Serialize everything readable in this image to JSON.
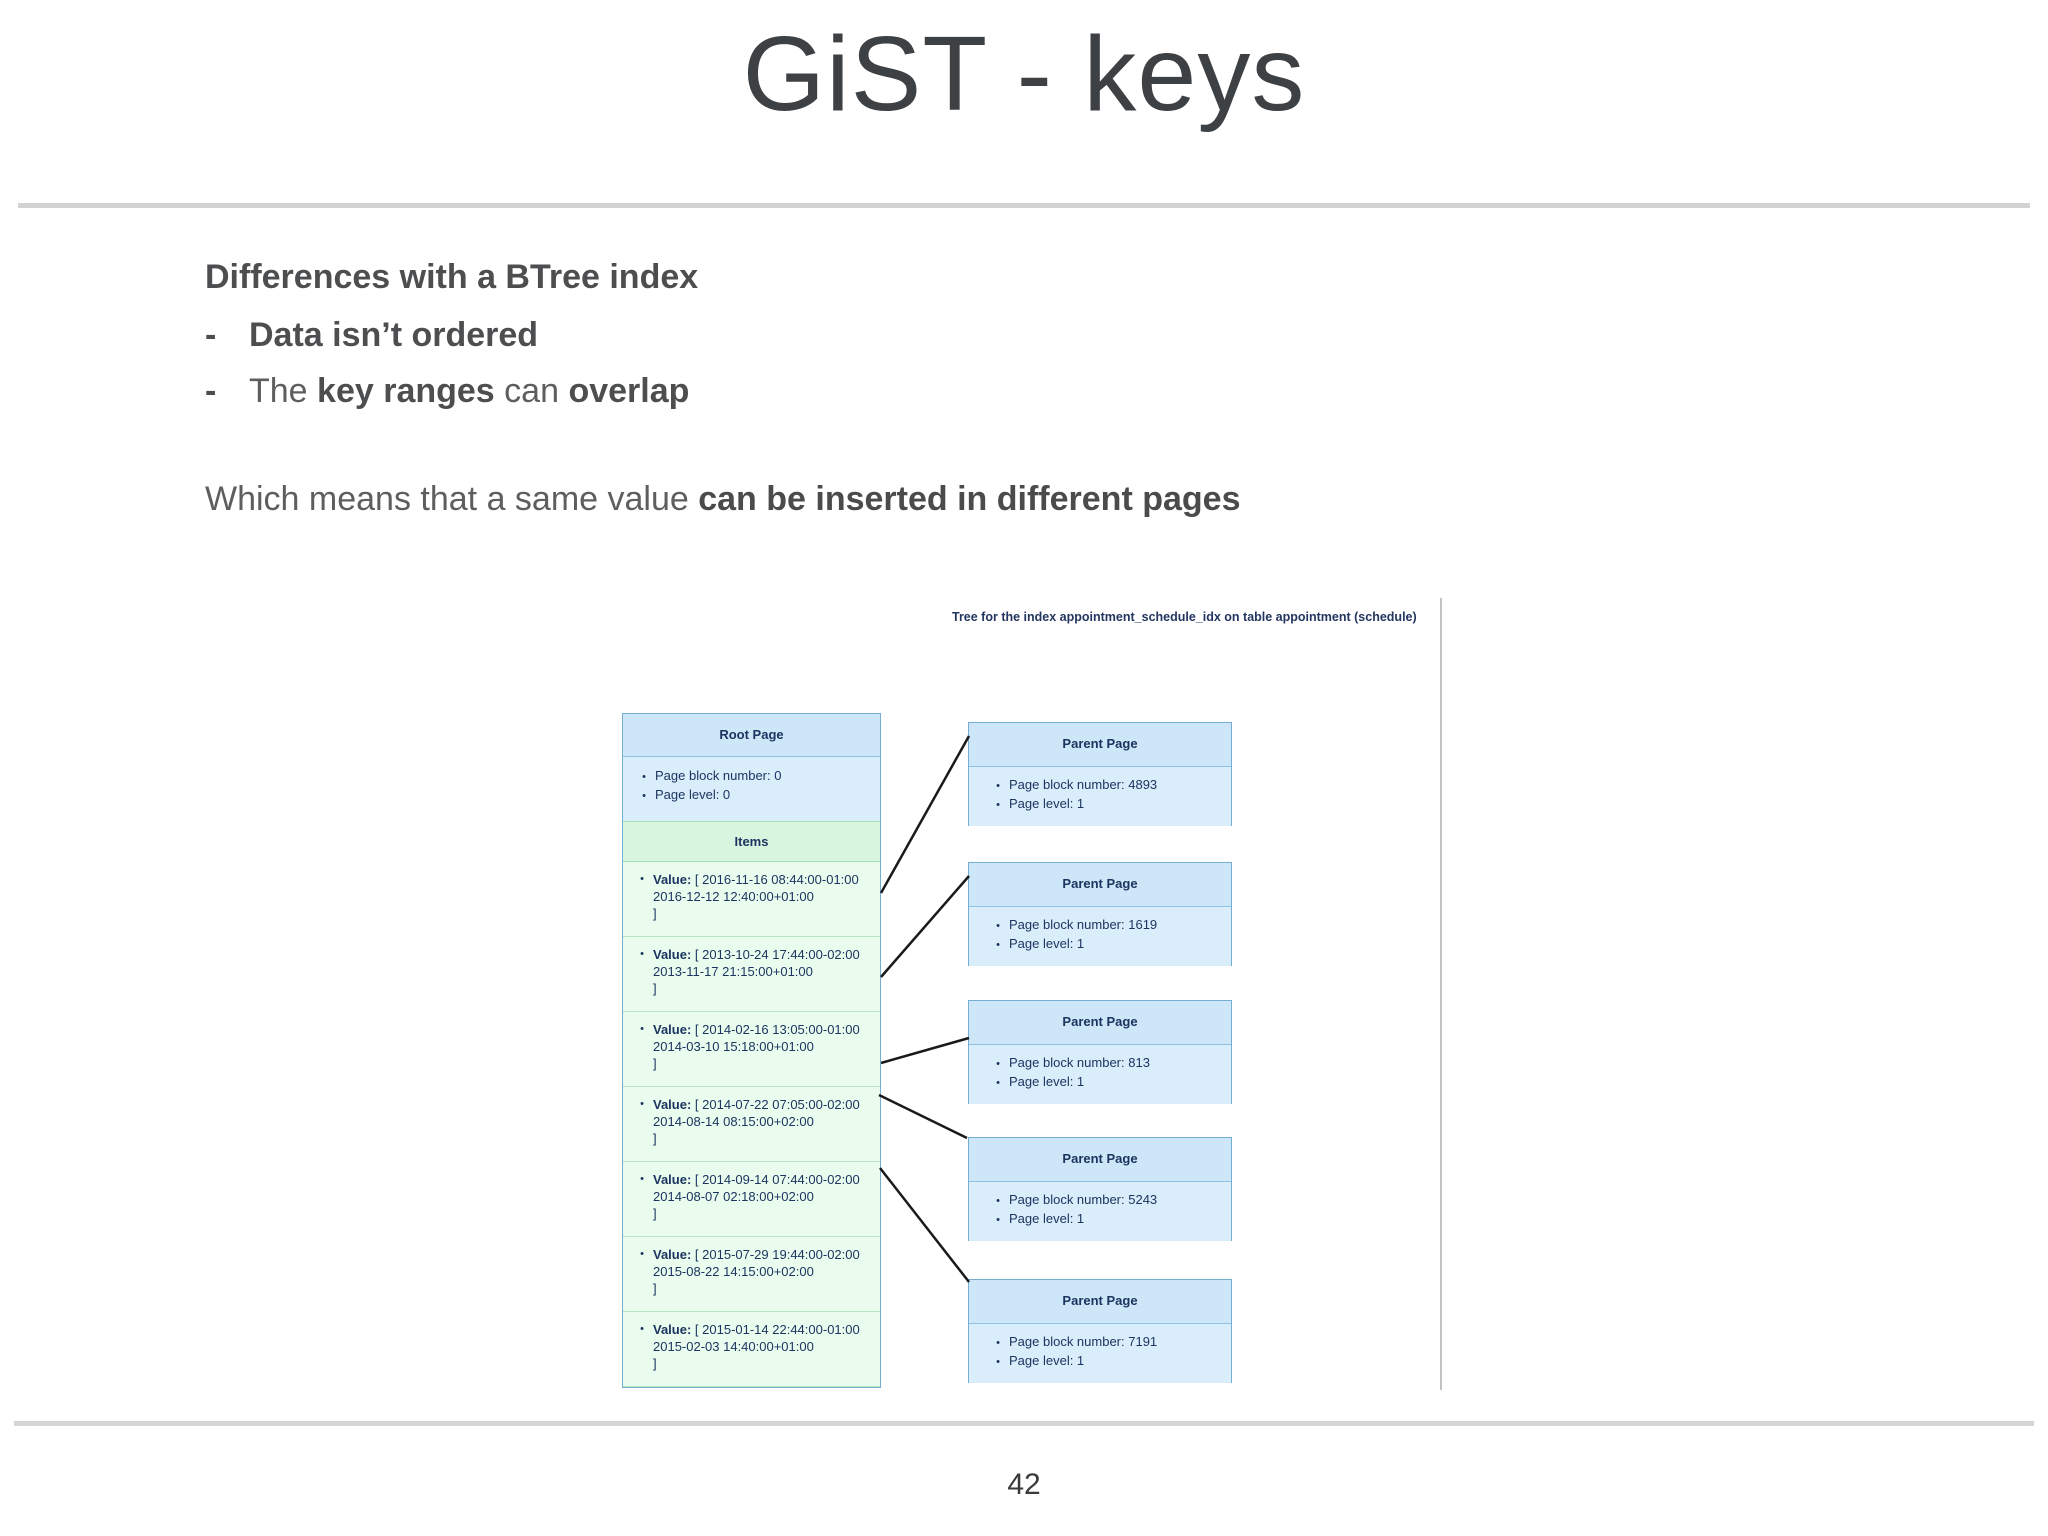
{
  "icons": {
    "bullet": "•"
  },
  "slide": {
    "title": "GiST - keys",
    "page_number": "42"
  },
  "content": {
    "heading": "Differences with a BTree index",
    "bullet1": {
      "dash": "-",
      "bold_text": "Data isn’t ordered"
    },
    "bullet2": {
      "dash": "-",
      "pre": "The ",
      "bold1": "key ranges",
      "mid": " can ",
      "bold2": "overlap"
    },
    "paragraph": {
      "pre": "Which means that a same value ",
      "bold": "can be inserted in different pages"
    }
  },
  "diagram": {
    "caption": "Tree for the index appointment_schedule_idx on table appointment (schedule)",
    "root_page": {
      "header": "Root Page",
      "info": [
        "Page block number: 0",
        "Page level: 0"
      ],
      "items_header": "Items",
      "items": [
        {
          "label": "Value:",
          "value": "[ 2016-11-16 08:44:00-01:00\n2016-12-12 12:40:00+01:00\n]"
        },
        {
          "label": "Value:",
          "value": "[ 2013-10-24 17:44:00-02:00\n2013-11-17 21:15:00+01:00\n]"
        },
        {
          "label": "Value:",
          "value": "[ 2014-02-16 13:05:00-01:00\n2014-03-10 15:18:00+01:00\n]"
        },
        {
          "label": "Value:",
          "value": "[ 2014-07-22 07:05:00-02:00\n2014-08-14 08:15:00+02:00\n]"
        },
        {
          "label": "Value:",
          "value": "[ 2014-09-14 07:44:00-02:00\n2014-08-07 02:18:00+02:00\n]"
        },
        {
          "label": "Value:",
          "value": "[ 2015-07-29 19:44:00-02:00\n2015-08-22 14:15:00+02:00\n]"
        },
        {
          "label": "Value:",
          "value": "[ 2015-01-14 22:44:00-01:00\n2015-02-03 14:40:00+01:00\n]"
        }
      ]
    },
    "parent_pages": [
      {
        "header": "Parent Page",
        "info": [
          "Page block number: 4893",
          "Page level: 1"
        ]
      },
      {
        "header": "Parent Page",
        "info": [
          "Page block number: 1619",
          "Page level: 1"
        ]
      },
      {
        "header": "Parent Page",
        "info": [
          "Page block number: 813",
          "Page level: 1"
        ]
      },
      {
        "header": "Parent Page",
        "info": [
          "Page block number: 5243",
          "Page level: 1"
        ]
      },
      {
        "header": "Parent Page",
        "info": [
          "Page block number: 7191",
          "Page level: 1"
        ]
      }
    ]
  }
}
